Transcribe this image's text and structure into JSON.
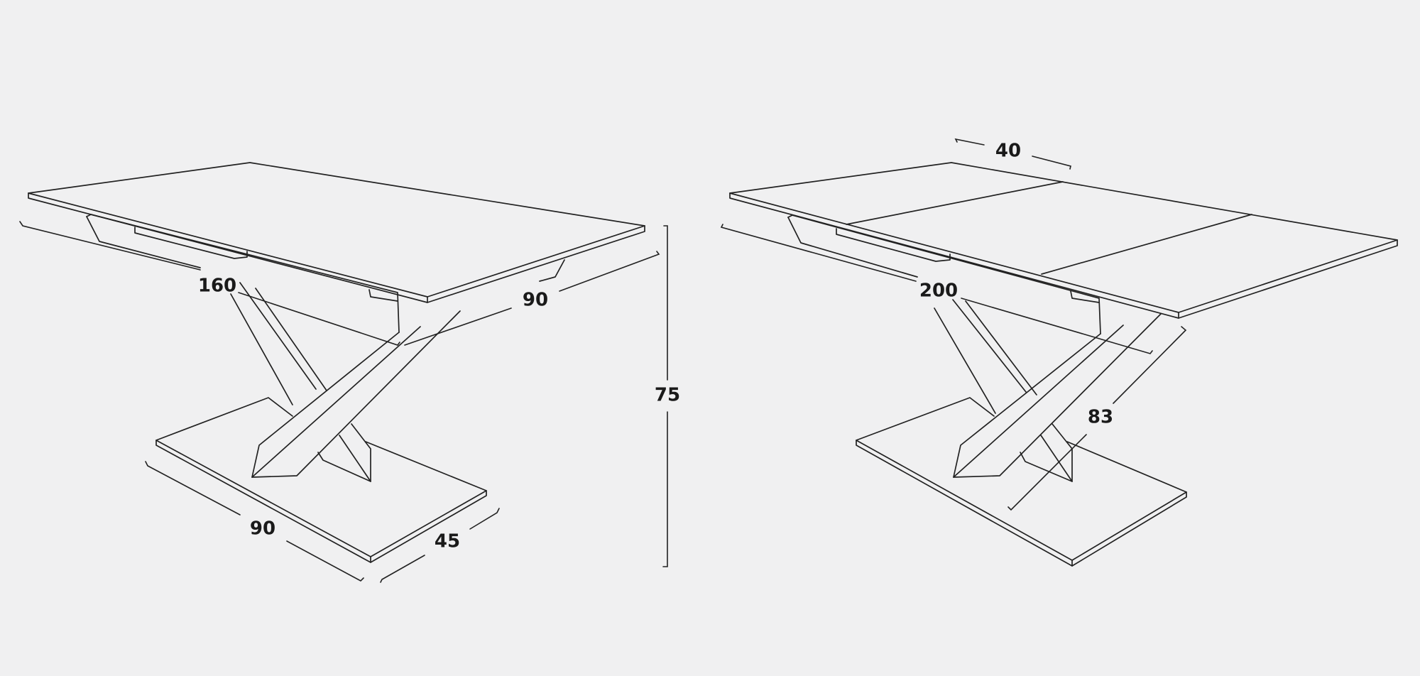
{
  "closed_table": {
    "length": "160",
    "width": "90",
    "base_length": "90",
    "base_width": "45"
  },
  "height": "75",
  "extended_table": {
    "length": "200",
    "extension": "40",
    "leg_span": "83"
  }
}
